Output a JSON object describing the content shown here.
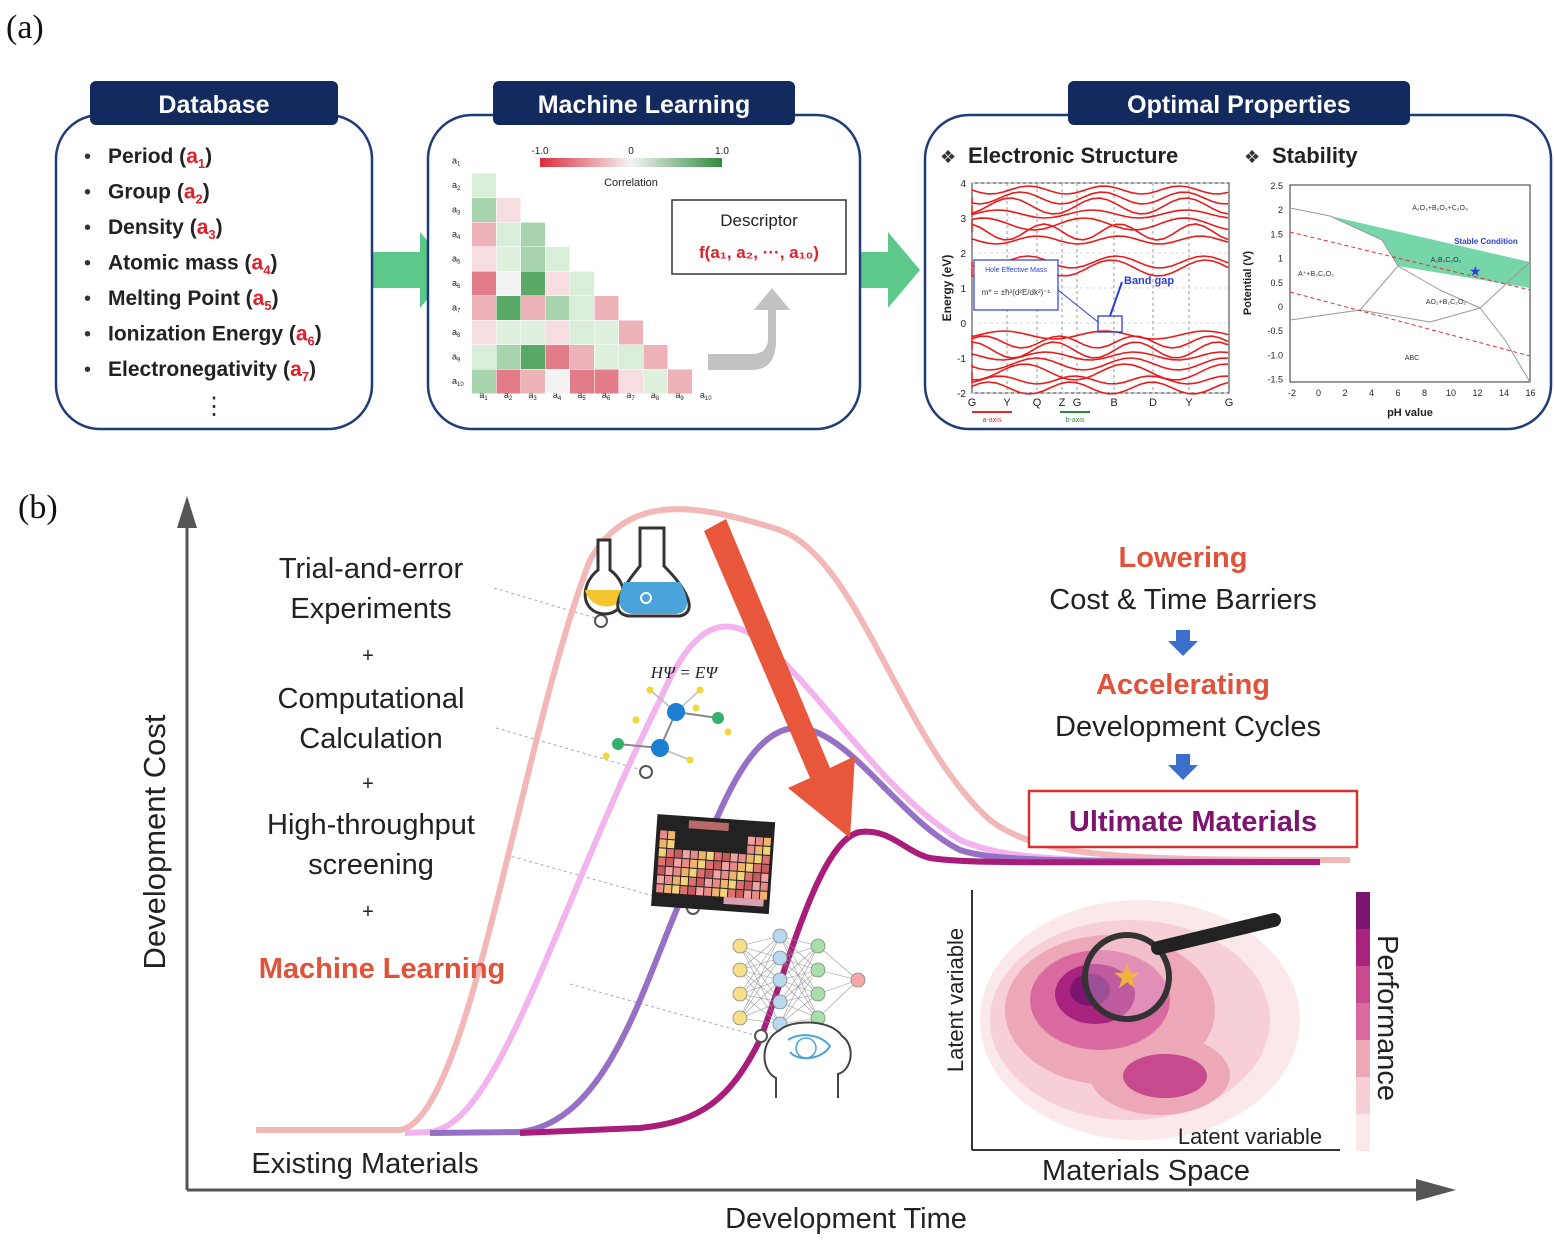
{
  "panel_a": {
    "label": "(a)",
    "database": {
      "title": "Database",
      "items": [
        {
          "text": "Period",
          "sub": "1"
        },
        {
          "text": "Group",
          "sub": "2"
        },
        {
          "text": "Density",
          "sub": "3"
        },
        {
          "text": "Atomic mass",
          "sub": "4"
        },
        {
          "text": "Melting Point",
          "sub": "5"
        },
        {
          "text": "Ionization Energy",
          "sub": "6"
        },
        {
          "text": "Electronegativity",
          "sub": "7"
        }
      ],
      "more": "⋮"
    },
    "ml": {
      "title": "Machine Learning",
      "colorbar": {
        "min": "-1.0",
        "mid": "0",
        "max": "1.0",
        "label": "Correlation"
      },
      "labels": [
        "a1",
        "a2",
        "a3",
        "a4",
        "a5",
        "a6",
        "a7",
        "a8",
        "a9",
        "a10"
      ],
      "descriptor_title": "Descriptor",
      "descriptor_formula": "f(a₁, a₂, ···, a₁₀)"
    },
    "optimal": {
      "title": "Optimal Properties",
      "electronic": {
        "title": "Electronic Structure",
        "ylabel": "Energy (eV)",
        "yticks": [
          "4",
          "3",
          "2",
          "1",
          "0",
          "-1",
          "-2"
        ],
        "kpoints": [
          "G",
          "Y",
          "Q",
          "Z",
          "G",
          "B",
          "D",
          "Y",
          "G"
        ],
        "band_gap": "Band gap",
        "inset_title": "Hole Effective Mass",
        "legend1": "a-axis",
        "legend2": "b-axis"
      },
      "stability": {
        "title": "Stability",
        "ylabel": "Potential (V)",
        "xlabel": "pH value",
        "yticks": [
          "2.5",
          "2",
          "1.5",
          "1",
          "0.5",
          "0",
          "-0.5",
          "-1.0",
          "-1.5"
        ],
        "xticks": [
          "-2",
          "0",
          "2",
          "4",
          "6",
          "8",
          "10",
          "12",
          "14",
          "16"
        ],
        "stable": "Stable Condition",
        "regions": [
          "A₂O₃+B₂O₃+C₂O₃",
          "A₂B₂C₂O₂",
          "A⁺+B₂C₂O₂",
          "AO₂+B₂C₂O₂",
          "ABC"
        ]
      }
    }
  },
  "panel_b": {
    "label": "(b)",
    "y_axis": "Development Cost",
    "x_axis": "Development Time",
    "methods": [
      "Trial-and-error",
      "Experiments",
      "+",
      "Computational",
      "Calculation",
      "+",
      "High-throughput",
      "screening",
      "+",
      "Machine Learning"
    ],
    "existing": "Existing Materials",
    "equation": "HΨ = EΨ",
    "flow": {
      "l1_red": "Lowering",
      "l1_black": "Cost & Time Barriers",
      "l2_red": "Accelerating",
      "l2_black": "Development Cycles",
      "final": "Ultimate Materials"
    },
    "space": {
      "ylabel": "Latent variable",
      "xlabel": "Latent variable",
      "title": "Materials Space",
      "colorbar_label": "Performance"
    },
    "colors": {
      "curve_trial": "#f2b8b8",
      "curve_comp": "#f2b3ee",
      "curve_ht": "#9670c4",
      "curve_ml": "#a81d7a",
      "accent_red": "#e0533a",
      "navy": "#132a5e",
      "purple": "#7b1570"
    }
  }
}
